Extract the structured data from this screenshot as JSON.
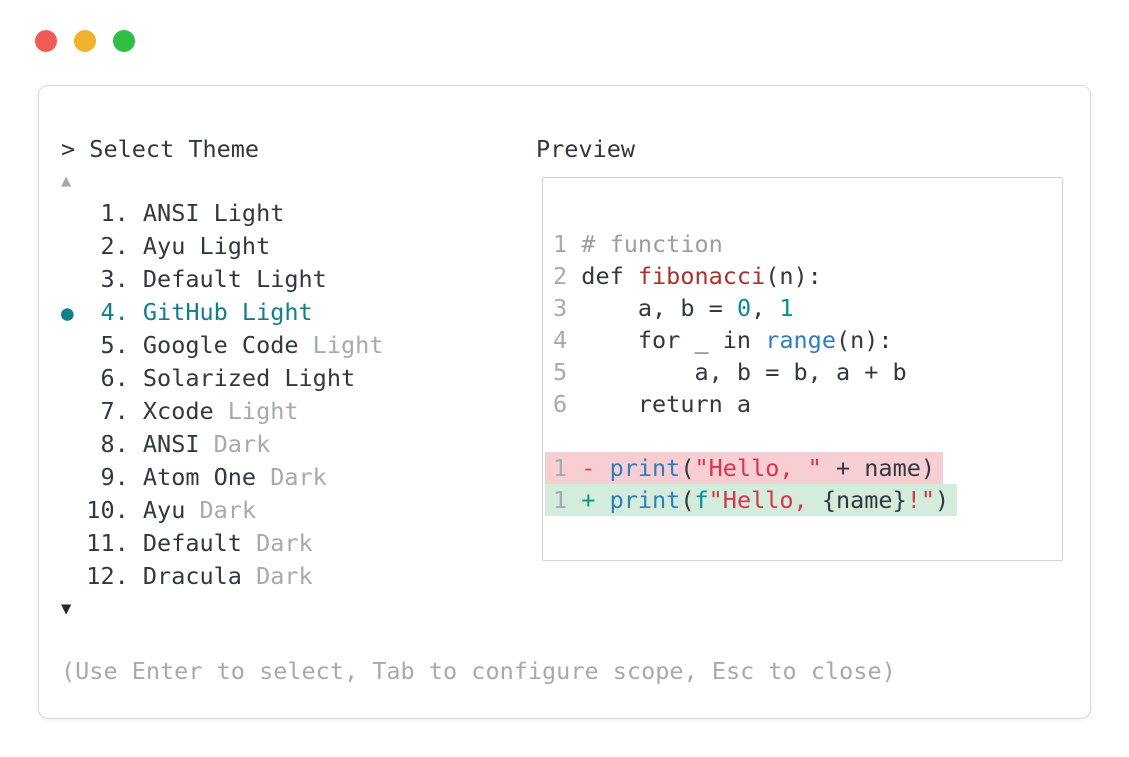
{
  "window_controls": {
    "close": "close-button",
    "minimize": "minimize-button",
    "zoom": "zoom-button"
  },
  "theme_selector": {
    "prompt": "> Select Theme",
    "scroll_up_icon": "▲",
    "scroll_down_icon": "▼",
    "selected_marker": "●",
    "items": [
      {
        "number": "1.",
        "name": "ANSI Light",
        "suffix": "",
        "selected": false
      },
      {
        "number": "2.",
        "name": "Ayu Light",
        "suffix": "",
        "selected": false
      },
      {
        "number": "3.",
        "name": "Default Light",
        "suffix": "",
        "selected": false
      },
      {
        "number": "4.",
        "name": "GitHub Light",
        "suffix": "",
        "selected": true
      },
      {
        "number": "5.",
        "name": "Google Code",
        "suffix": "Light",
        "selected": false
      },
      {
        "number": "6.",
        "name": "Solarized Light",
        "suffix": "",
        "selected": false
      },
      {
        "number": "7.",
        "name": "Xcode",
        "suffix": "Light",
        "selected": false
      },
      {
        "number": "8.",
        "name": "ANSI",
        "suffix": "Dark",
        "selected": false
      },
      {
        "number": "9.",
        "name": "Atom One",
        "suffix": "Dark",
        "selected": false
      },
      {
        "number": "10.",
        "name": "Ayu",
        "suffix": "Dark",
        "selected": false
      },
      {
        "number": "11.",
        "name": "Default",
        "suffix": "Dark",
        "selected": false
      },
      {
        "number": "12.",
        "name": "Dracula",
        "suffix": "Dark",
        "selected": false
      }
    ],
    "footer_hint": "(Use Enter to select, Tab to configure scope, Esc to close)"
  },
  "preview": {
    "label": "Preview",
    "lines": [
      {
        "num": "1",
        "tokens": [
          {
            "t": "comment",
            "s": "# function"
          }
        ]
      },
      {
        "num": "2",
        "tokens": [
          {
            "t": "plain",
            "s": "def "
          },
          {
            "t": "title",
            "s": "fibonacci"
          },
          {
            "t": "plain",
            "s": "(n):"
          }
        ]
      },
      {
        "num": "3",
        "tokens": [
          {
            "t": "plain",
            "s": "    a, b = "
          },
          {
            "t": "number",
            "s": "0"
          },
          {
            "t": "plain",
            "s": ", "
          },
          {
            "t": "number",
            "s": "1"
          }
        ]
      },
      {
        "num": "4",
        "tokens": [
          {
            "t": "plain",
            "s": "    for _ in "
          },
          {
            "t": "builtin",
            "s": "range"
          },
          {
            "t": "plain",
            "s": "(n):"
          }
        ]
      },
      {
        "num": "5",
        "tokens": [
          {
            "t": "plain",
            "s": "        a, b = b, a + b"
          }
        ]
      },
      {
        "num": "6",
        "tokens": [
          {
            "t": "plain",
            "s": "    return a"
          }
        ]
      },
      {
        "blank": true
      },
      {
        "num": "1",
        "diff": "minus",
        "tokens": [
          {
            "t": "minus",
            "s": "- "
          },
          {
            "t": "builtin",
            "s": "print"
          },
          {
            "t": "plain",
            "s": "("
          },
          {
            "t": "string",
            "s": "\"Hello, \""
          },
          {
            "t": "plain",
            "s": " + name)"
          }
        ]
      },
      {
        "num": "1",
        "diff": "plus",
        "tokens": [
          {
            "t": "plus",
            "s": "+ "
          },
          {
            "t": "builtin",
            "s": "print"
          },
          {
            "t": "plain",
            "s": "("
          },
          {
            "t": "number",
            "s": "f"
          },
          {
            "t": "string",
            "s": "\"Hello, "
          },
          {
            "t": "plain",
            "s": "{name}"
          },
          {
            "t": "string",
            "s": "!\""
          },
          {
            "t": "plain",
            "s": ")"
          }
        ]
      }
    ]
  },
  "colors": {
    "accent_teal": "#117f89",
    "text_dark": "#31383f",
    "text_muted": "#a6aaae",
    "traffic_red": "#f15b55",
    "traffic_yellow": "#f0b32b",
    "traffic_green": "#2fbf41",
    "code_comment": "#9aa198",
    "code_title_red": "#a8322c",
    "code_number_teal": "#0d8c94",
    "code_builtin_blue": "#2f7dbd",
    "code_string_red": "#d9334e",
    "diff_minus_red": "#d04a50",
    "diff_plus_green": "#139478",
    "diff_minus_bg": "#f7cfd3",
    "diff_plus_bg": "#d3ecdb",
    "window_border": "#d9d9d9",
    "preview_border": "#d3d3d3"
  }
}
